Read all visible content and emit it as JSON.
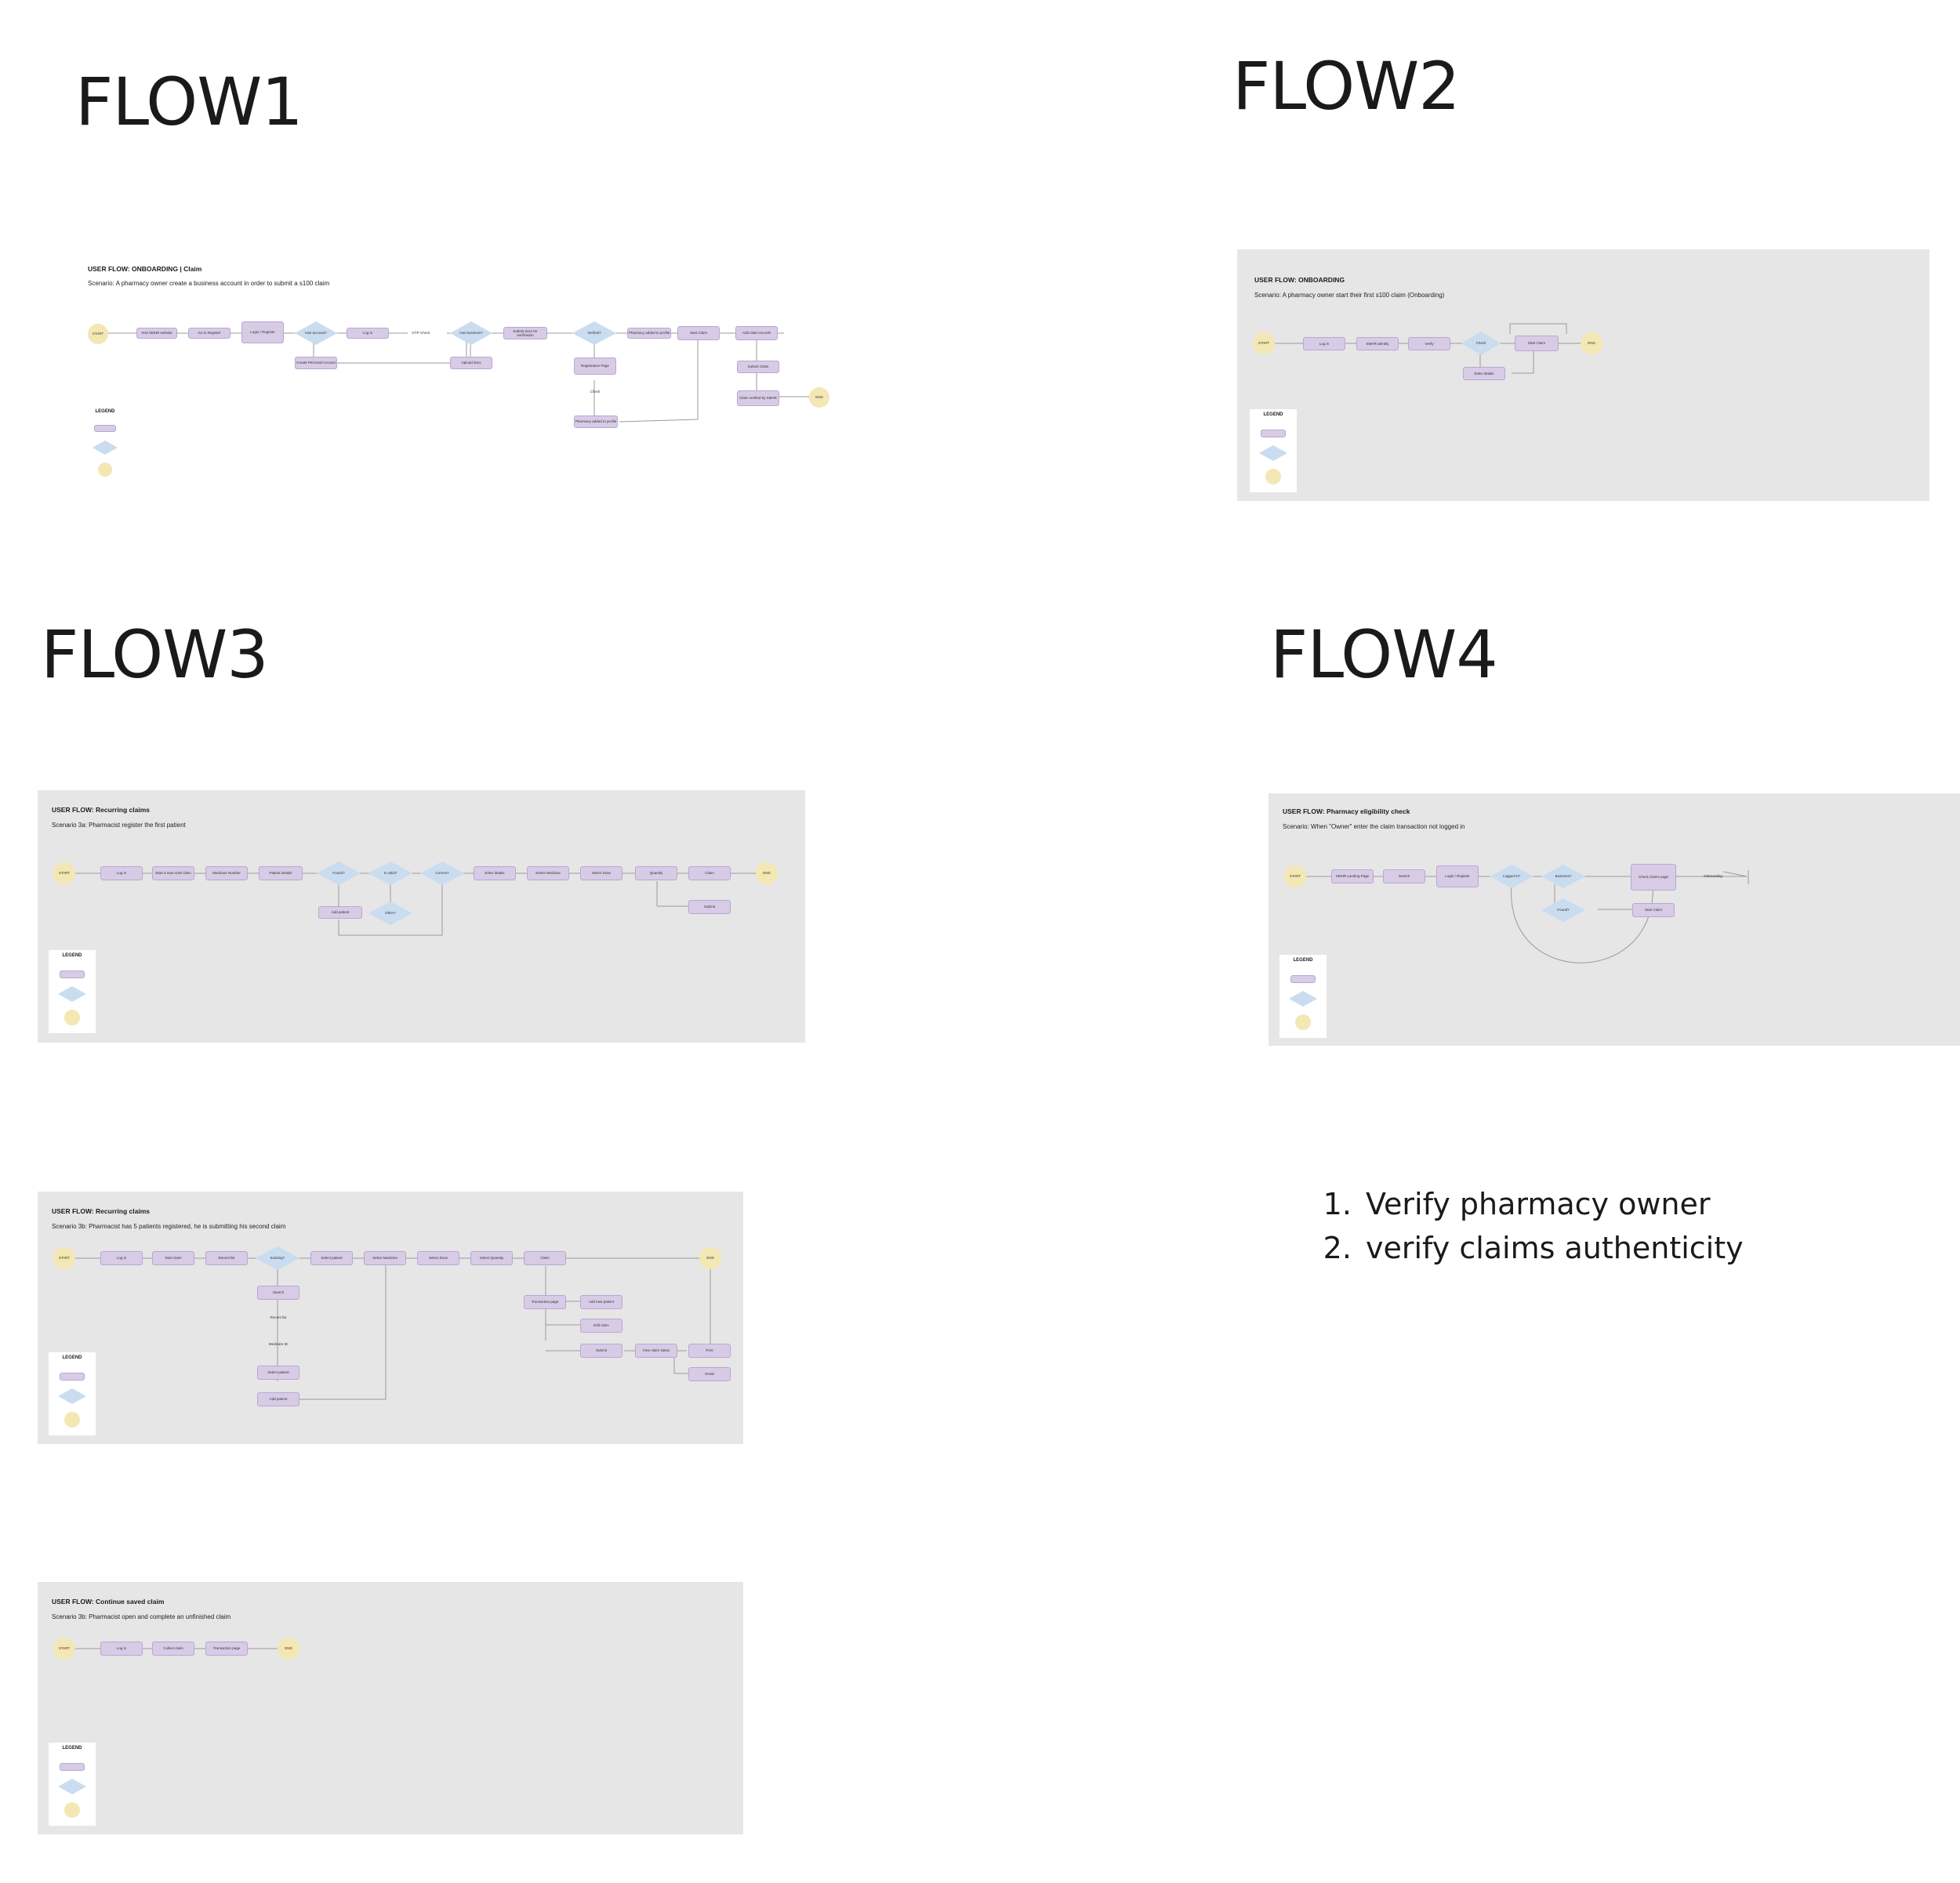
{
  "headings": {
    "flow1": "FLOW1",
    "flow2": "FLOW2",
    "flow3": "FLOW3",
    "flow4": "FLOW4"
  },
  "legend": {
    "title": "LEGEND"
  },
  "boards": {
    "onboarding_claim": {
      "title": "USER FLOW: ONBOARDING | Claim",
      "scenario": "Scenario: A pharmacy owner create a business account in order to submit a s100 claim",
      "nodes": {
        "start": "START",
        "visit": "Visit SMHR website",
        "register": "Go to Register",
        "login_options": "Login / Register",
        "has_account": "Has account?",
        "create_account": "Create Personal Account",
        "login": "Log in",
        "otp_check": "OTP Check",
        "has_business": "Has business?",
        "upload_docs": "Upload docs",
        "submit_docs": "Submit docs for verification",
        "verified": "Verified?",
        "pharmacy_profile": "Pharmacy added to profile",
        "start_claim": "Start Claim",
        "add_claim_records": "Add claim records",
        "submit_claim": "Submit Claim",
        "registration_page": "Registration Page",
        "check": "Check",
        "pharmacy_added": "Pharmacy added to profile",
        "claim_verified": "Claim verified by SMHR",
        "end": "END"
      }
    },
    "onboarding": {
      "title": "USER FLOW: ONBOARDING",
      "scenario": "Scenario: A pharmacy owner start their first s100 claim (Onboarding)",
      "nodes": {
        "start": "START",
        "login": "Log in",
        "smhr_identity": "SMHR Identity",
        "verify": "Verify",
        "check": "Check",
        "start_claim": "Start Claim",
        "end": "END",
        "enter": "Enter details"
      }
    },
    "recurring_3a": {
      "title": "USER FLOW: Recurring claims",
      "scenario": "Scenario 3a: Pharmacist register the first patient",
      "nodes": {
        "start": "START",
        "login": "Log in",
        "new_claim": "Start a new s100 claim",
        "medicare": "Medicare Number",
        "patient_details": "Patient Details",
        "d1": "Found?",
        "d2": "Is valid?",
        "d3": "Correct?",
        "add_patient": "Add patient",
        "d4": "Other?",
        "step1": "Enter details",
        "step2": "Select Medicine",
        "step3": "Select Dose",
        "step4": "Quantity",
        "step5": "Claim",
        "sub": "Submit",
        "end": "END"
      }
    },
    "recurring_3b": {
      "title": "USER FLOW: Recurring claims",
      "scenario": "Scenario 3b: Pharmacist has 5 patients registered, he is submitting his second claim",
      "nodes": {
        "start": "START",
        "login": "Log in",
        "start_claim": "Start claim",
        "recent_list": "Recent list",
        "existing": "Existing?",
        "search": "Search",
        "recent": "Recent list",
        "medicare": "Medicare ID",
        "select_patient": "Select patient",
        "add_patient": "Add patient",
        "s1": "Select patient",
        "s2": "Select Medicine",
        "s3": "Select Dose",
        "s4": "Select Quantity",
        "s5": "Claim",
        "transaction": "Transaction page",
        "add_new": "Add new patient",
        "edit": "Edit claim",
        "submit": "Submit",
        "view": "View claim status",
        "print": "Print",
        "email": "Email",
        "end": "END"
      }
    },
    "continue_saved": {
      "title": "USER FLOW: Continue saved claim",
      "scenario": "Scenario 3b: Pharmacist open and complete an unfinished claim",
      "nodes": {
        "start": "START",
        "login": "Log in",
        "collect": "Collect claim",
        "transaction": "Transaction page",
        "end": "END"
      }
    },
    "eligibility": {
      "title": "USER FLOW: Pharmacy eligibility check",
      "scenario": "Scenario: When \"Owner\" enter the claim transaction not logged in",
      "nodes": {
        "start": "START",
        "landing": "SMHR Landing Page",
        "search": "Search",
        "login_options": "Login / Register",
        "logged_in": "Logged in?",
        "business": "Business?",
        "found": "Found?",
        "start_claim": "Start Claim",
        "check_page": "Check claims page",
        "onboarding": "Onboarding"
      }
    }
  },
  "notes": [
    "Verify pharmacy owner",
    "verify claims authenticity"
  ]
}
